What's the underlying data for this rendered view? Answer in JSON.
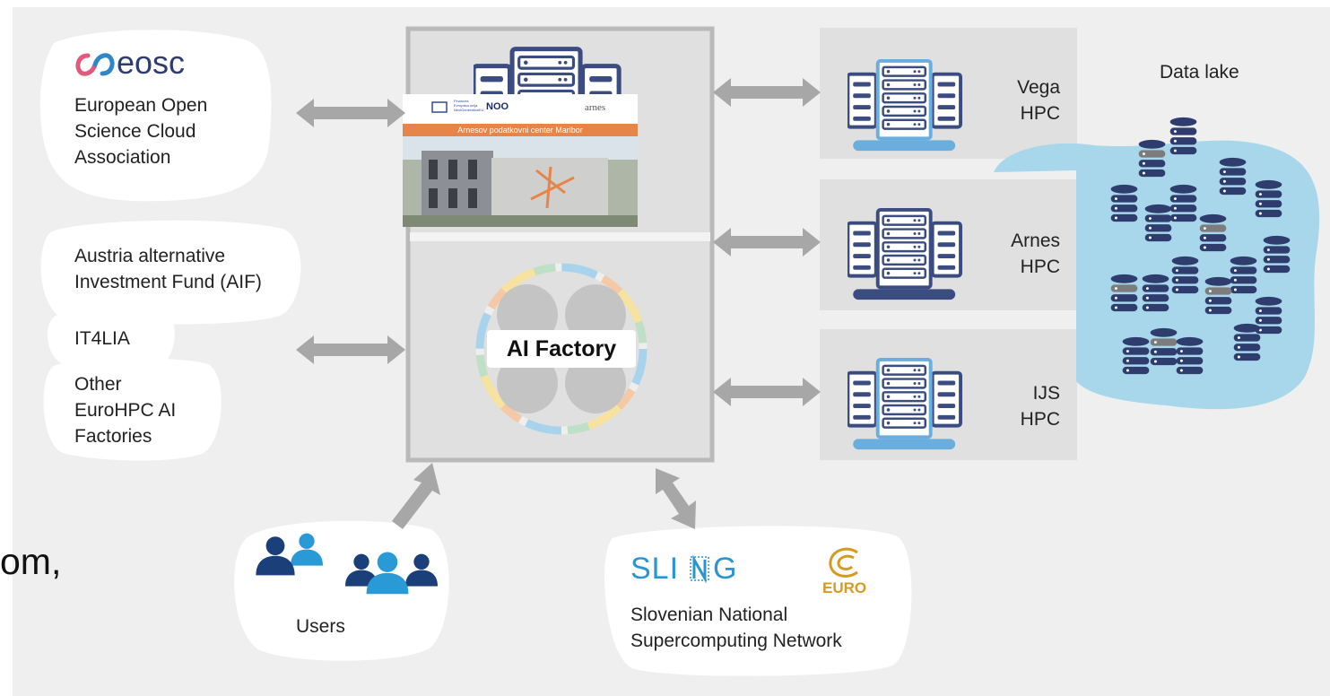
{
  "partners": {
    "eosc_logo_text": "eosc",
    "eosc_name": "European Open\nScience Cloud\nAssociation",
    "aif_name": "Austria alternative\nInvestment Fund (AIF)",
    "it4lia_name": "IT4LIA",
    "other_name": "Other\nEuroHPC AI\nFactories"
  },
  "datacenter": {
    "banner_title": "Arnesov podatkovni center Maribor",
    "logo_noo": "NOO",
    "logo_arnes": "arnes",
    "logo_eu_line1": "Financira",
    "logo_eu_line2": "Evropska unija",
    "logo_eu_line3": "NextGenerationEU"
  },
  "ai_factory": {
    "label": "AI Factory"
  },
  "hpc": [
    {
      "name": "Vega\nHPC"
    },
    {
      "name": "Arnes\nHPC"
    },
    {
      "name": "IJS\nHPC"
    }
  ],
  "data_lake": {
    "label": "Data lake"
  },
  "users": {
    "label": "Users"
  },
  "sling": {
    "logo_text_a": "SLI",
    "logo_text_b": "G",
    "euro_text": "EURO",
    "name": "Slovenian National\nSupercomputing Network"
  },
  "clipped_text": "om,",
  "colors": {
    "background": "#efefef",
    "panel": "#e0e0e0",
    "frame": "#b9b9b9",
    "arrow": "#a7a7a7",
    "server_dark": "#3b4c80",
    "server_light": "#6aaede",
    "lake": "#a8d7eb",
    "banner_orange": "#e58549",
    "eosc_pink": "#e4577e",
    "eosc_blue": "#2f87c9",
    "sling_blue": "#2b95d3",
    "euro_orange": "#d89a1e",
    "users_dark": "#1b3f78",
    "users_light": "#2a9ad7"
  }
}
